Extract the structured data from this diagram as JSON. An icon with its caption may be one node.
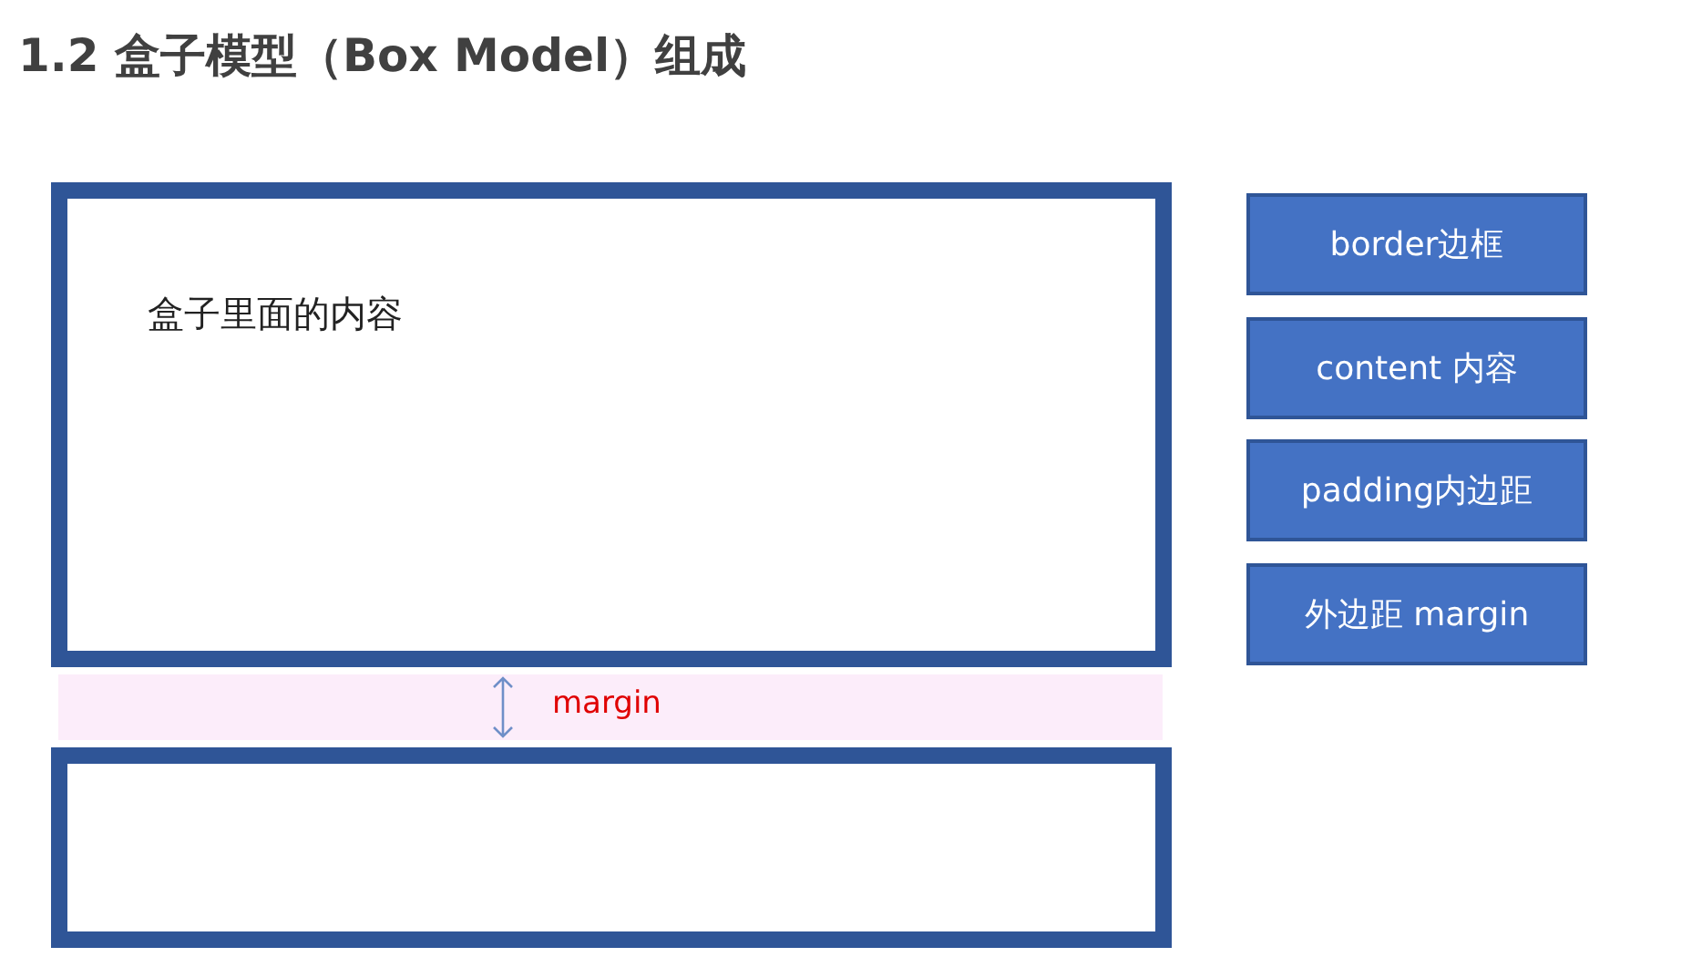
{
  "diagram": {
    "title": "1.2 盒子模型（Box Model）组成",
    "nodes": [
      {
        "text": [
          "盒子里面的内容"
        ]
      },
      {
        "text": [
          "margin"
        ]
      },
      {
        "text": [],
        "shape": "box"
      },
      {
        "text": [
          "border边框"
        ]
      },
      {
        "text": [
          "content 内容"
        ]
      },
      {
        "text": [
          "padding内边距"
        ]
      },
      {
        "text": [
          "外边距 margin"
        ]
      }
    ]
  }
}
